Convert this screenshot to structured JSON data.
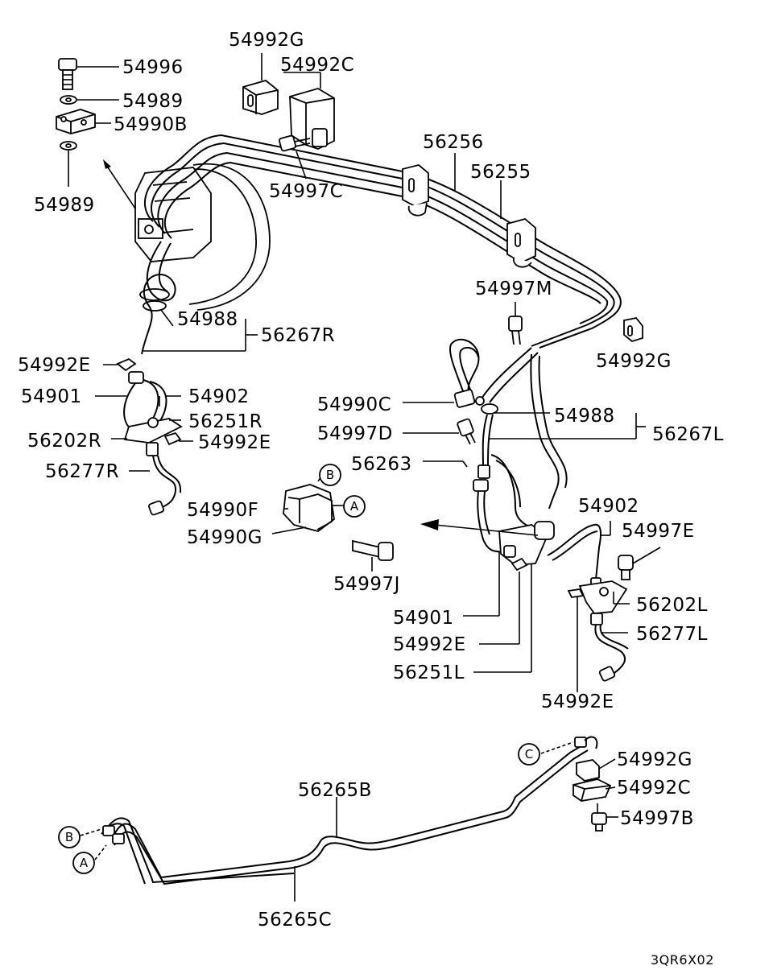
{
  "diagram_ref": "3QR6X02",
  "callouts": {
    "p54996": "54996",
    "p54989_top": "54989",
    "p54990B": "54990B",
    "p54989_bot": "54989",
    "p54992G_top": "54992G",
    "p54992C_top": "54992C",
    "p54997C": "54997C",
    "p56256": "56256",
    "p56255": "56255",
    "p54997M": "54997M",
    "p54992G_right": "54992G",
    "p54988_left": "54988",
    "p56267R": "56267R",
    "p54992E_left": "54992E",
    "p54901_left": "54901",
    "p54902_left": "54902",
    "p56251R": "56251R",
    "p56202R": "56202R",
    "p54992E_left2": "54992E",
    "p56277R": "56277R",
    "p54990F": "54990F",
    "p54990G": "54990G",
    "p54997J": "54997J",
    "p54990C": "54990C",
    "p54988_right": "54988",
    "p56267L": "56267L",
    "p54997D": "54997D",
    "p56263": "56263",
    "p54902_right": "54902",
    "p54997E": "54997E",
    "p56202L": "56202L",
    "p56277L": "56277L",
    "p54901_right": "54901",
    "p54992E_mid": "54992E",
    "p56251L": "56251L",
    "p54992E_right": "54992E",
    "p54992G_bot": "54992G",
    "p54992C_bot": "54992C",
    "p54997B": "54997B",
    "p56265B": "56265B",
    "p56265C": "56265C"
  },
  "connectors": {
    "a": "A",
    "b": "B",
    "c": "C"
  }
}
